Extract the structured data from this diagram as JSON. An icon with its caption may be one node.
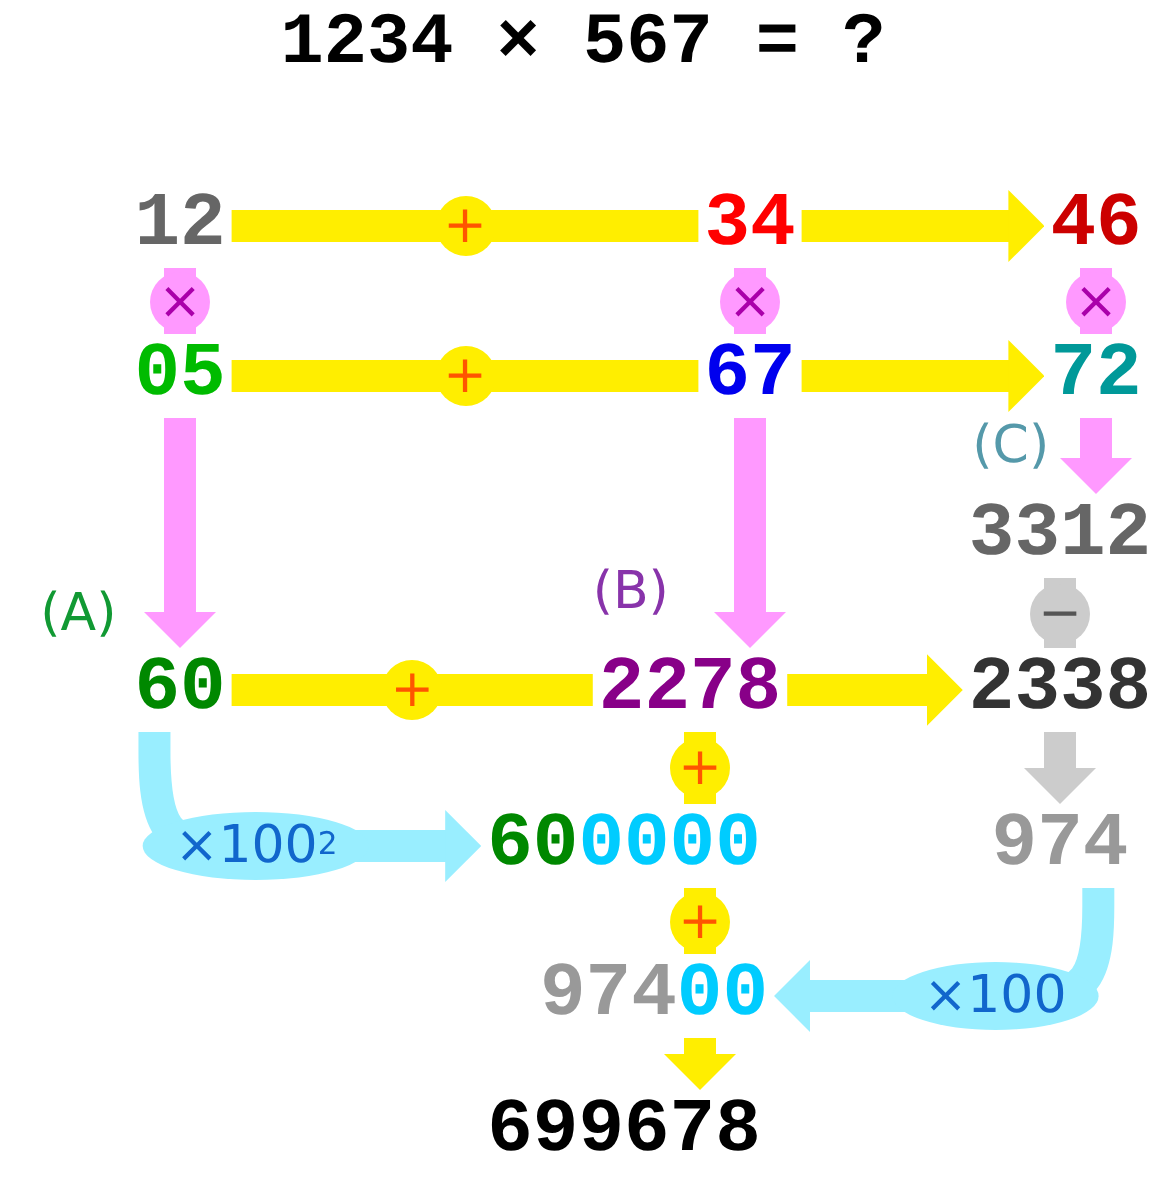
{
  "diagram": {
    "title": "1234 × 567 = ?",
    "nodes": [
      {
        "text": [
          "12"
        ]
      },
      {
        "text": [
          "34"
        ]
      },
      {
        "text": [
          "46"
        ]
      },
      {
        "text": [
          "05"
        ]
      },
      {
        "text": [
          "67"
        ]
      },
      {
        "text": [
          "72"
        ]
      },
      {
        "text": [
          "3312"
        ],
        "beside": [
          "(C)"
        ]
      },
      {
        "text": [
          "60"
        ],
        "beside": [
          "(A)"
        ]
      },
      {
        "text": [
          "2278"
        ],
        "beside": [
          "(B)"
        ]
      },
      {
        "text": [
          "2338"
        ]
      },
      {
        "text": [
          "600000"
        ]
      },
      {
        "text": [
          "974"
        ]
      },
      {
        "text": [
          "97400"
        ]
      },
      {
        "text": [
          "699678"
        ]
      }
    ],
    "edges": [
      {
        "from": 0,
        "to": 1,
        "arrow": "none",
        "label": "+"
      },
      {
        "from": 1,
        "to": 2,
        "arrow": "to"
      },
      {
        "from": 3,
        "to": 4,
        "arrow": "none",
        "label": "+"
      },
      {
        "from": 4,
        "to": 5,
        "arrow": "to"
      },
      {
        "from": 0,
        "to": 3,
        "arrow": "none",
        "label": "×",
        "color": "#ff99ff"
      },
      {
        "from": 3,
        "to": 7,
        "arrow": "to",
        "color": "#ff99ff"
      },
      {
        "from": 1,
        "to": 4,
        "arrow": "none",
        "label": "×",
        "color": "#ff99ff"
      },
      {
        "from": 4,
        "to": 8,
        "arrow": "to",
        "color": "#ff99ff"
      },
      {
        "from": 2,
        "to": 5,
        "arrow": "none",
        "label": "×",
        "color": "#ff99ff"
      },
      {
        "from": 5,
        "to": 6,
        "arrow": "to",
        "color": "#ff99ff"
      },
      {
        "from": 7,
        "to": 8,
        "arrow": "none",
        "label": "+"
      },
      {
        "from": 8,
        "to": 9,
        "arrow": "to"
      },
      {
        "from": 6,
        "to": 9,
        "arrow": "none",
        "label": "−",
        "color": "#cccccc"
      },
      {
        "from": 9,
        "to": 11,
        "arrow": "to",
        "color": "#cccccc"
      },
      {
        "from": 7,
        "to": 10,
        "arrow": "to",
        "label": "×100$^{2}$",
        "color": "#99eeff"
      },
      {
        "from": 11,
        "to": 12,
        "arrow": "to",
        "label": "×100",
        "color": "#99eeff"
      },
      {
        "from": 8,
        "to": 10,
        "arrow": "none",
        "label": "+"
      },
      {
        "from": 10,
        "to": 12,
        "arrow": "none",
        "label": "+"
      },
      {
        "from": 12,
        "to": 13,
        "arrow": "to"
      }
    ]
  }
}
